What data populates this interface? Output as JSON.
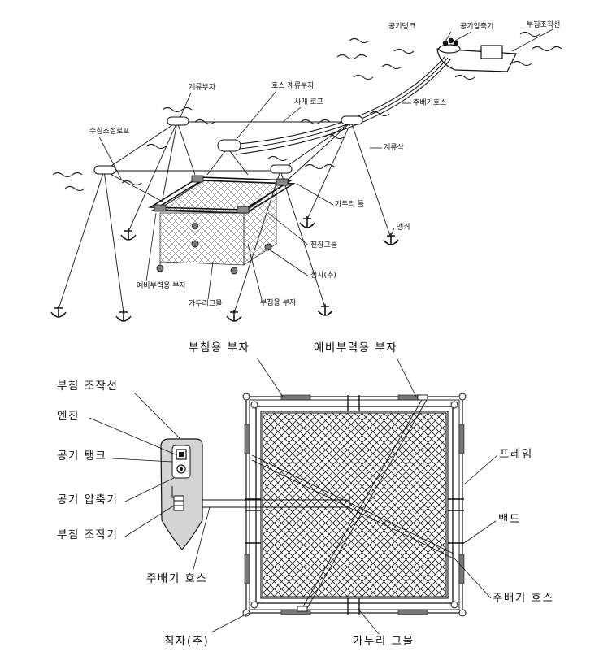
{
  "top_diagram": {
    "labels": {
      "air_tank": "공기탱크",
      "air_compressor": "공기압축기",
      "buoyancy_vessel": "부침조작선",
      "mooring_float": "계류부자",
      "hose_mooring_float": "호스 계류부자",
      "diagonal_rope": "사개 로프",
      "main_air_hose": "주배기호스",
      "depth_control_rope": "수심조절로프",
      "mooring_line": "계류삭",
      "perimeter_frame": "가두리 틀",
      "anchor": "앵커",
      "ceiling_net": "천장그물",
      "sinker_weight": "침자(추)",
      "spare_buoyancy_float": "예비부력용 부자",
      "cage_net": "가두리그물",
      "submersion_float": "부침용 부자"
    }
  },
  "bottom_diagram": {
    "labels": {
      "submersion_float": "부침용 부자",
      "spare_buoyancy_float": "예비부력용 부자",
      "control_vessel": "부침 조작선",
      "engine": "엔진",
      "air_tank": "공기 탱크",
      "air_compressor": "공기 압축기",
      "submersion_controller": "부침 조작기",
      "main_air_hose_left": "주배기 호스",
      "frame": "프레임",
      "band": "밴드",
      "main_air_hose_right": "주배기 호스",
      "sinker_weight": "침자(추)",
      "cage_net": "가두리 그물"
    }
  }
}
